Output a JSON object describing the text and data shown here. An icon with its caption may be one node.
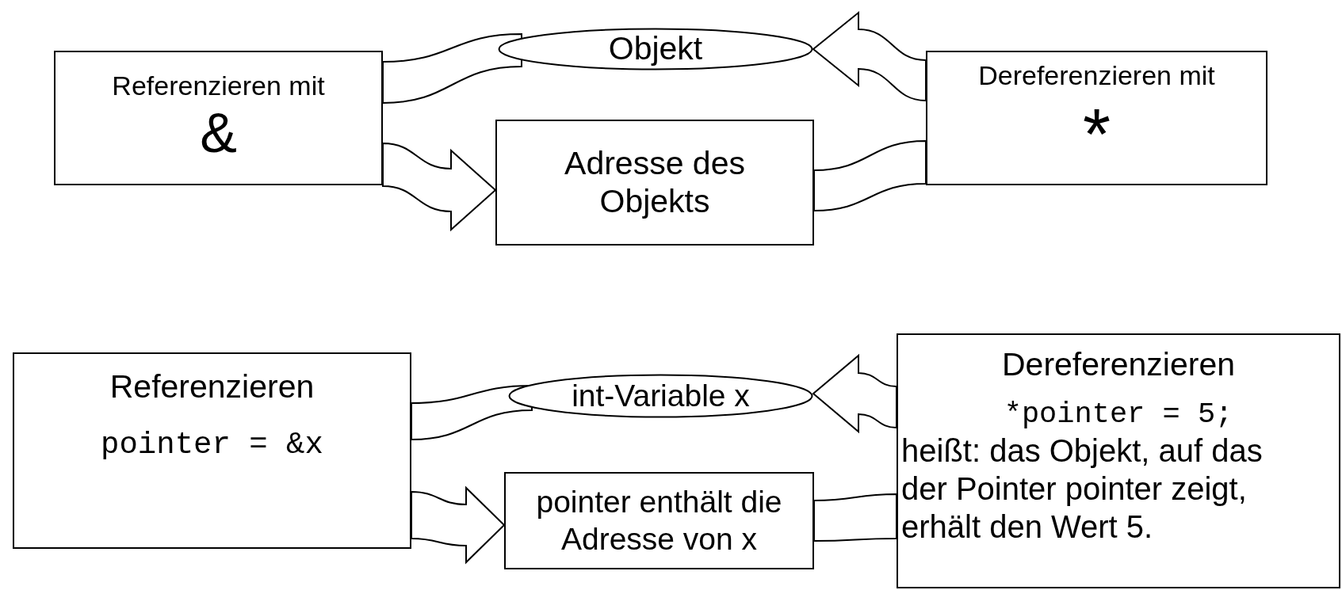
{
  "diagram": {
    "nodes": [
      {
        "text": [
          "Referenzieren mit",
          "&"
        ]
      },
      {
        "text": [
          "Objekt"
        ]
      },
      {
        "text": [
          "Adresse des Objekts"
        ]
      },
      {
        "text": [
          "Dereferenzieren mit",
          "*"
        ]
      },
      {
        "text": [
          "Referenzieren",
          "pointer = &x"
        ]
      },
      {
        "text": [
          "int-Variable x"
        ]
      },
      {
        "text": [
          "pointer enthält die Adresse von x"
        ]
      },
      {
        "text": [
          "Dereferenzieren",
          "*pointer = 5;",
          "heißt: das Objekt, auf das der Pointer pointer zeigt, erhält den Wert 5."
        ]
      }
    ],
    "edges": [
      {
        "from": 1,
        "to": 0,
        "arrow": "none"
      },
      {
        "from": 0,
        "to": 2,
        "arrow": "to"
      },
      {
        "from": 2,
        "to": 3,
        "arrow": "none"
      },
      {
        "from": 3,
        "to": 1,
        "arrow": "to"
      },
      {
        "from": 5,
        "to": 4,
        "arrow": "none"
      },
      {
        "from": 4,
        "to": 6,
        "arrow": "to"
      },
      {
        "from": 6,
        "to": 7,
        "arrow": "none"
      },
      {
        "from": 7,
        "to": 5,
        "arrow": "to"
      }
    ]
  }
}
